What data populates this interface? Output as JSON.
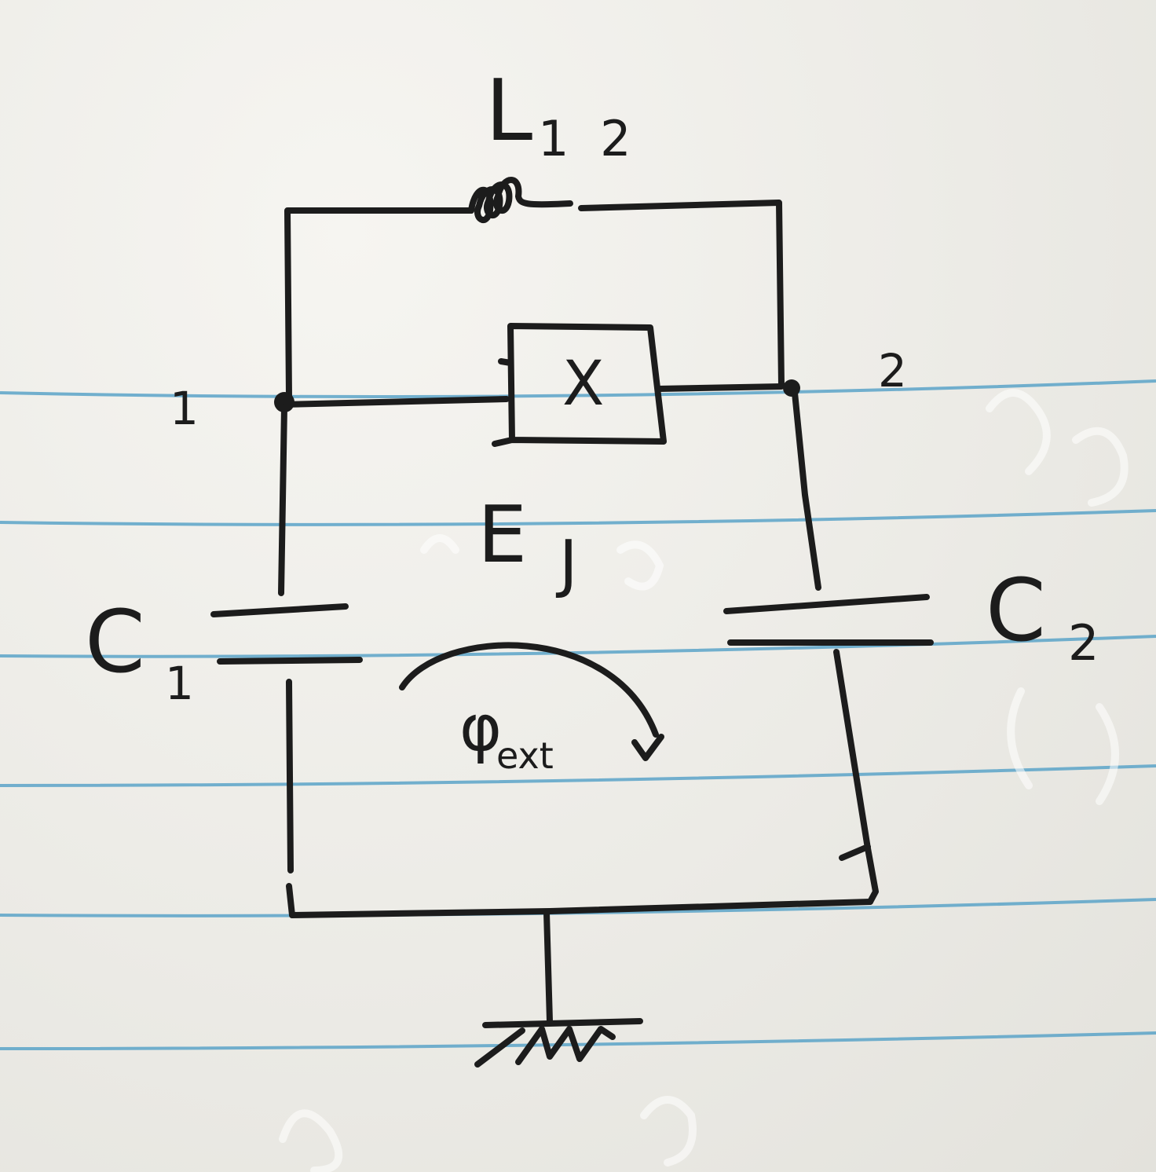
{
  "diagram": {
    "inductor_label": "L",
    "inductor_sub": "1 2",
    "node_1_label": "1",
    "node_2_label": "2",
    "junction_symbol": "X",
    "junction_label": "E",
    "junction_sub": "J",
    "cap1_label": "C",
    "cap1_sub": "1",
    "cap2_label": "C",
    "cap2_sub": "2",
    "flux_symbol": "φ",
    "flux_sub": "ext"
  },
  "colors": {
    "ink": "#1c1c1c",
    "paper": "#efeee9",
    "rule_lines": "#5aa3c8"
  }
}
